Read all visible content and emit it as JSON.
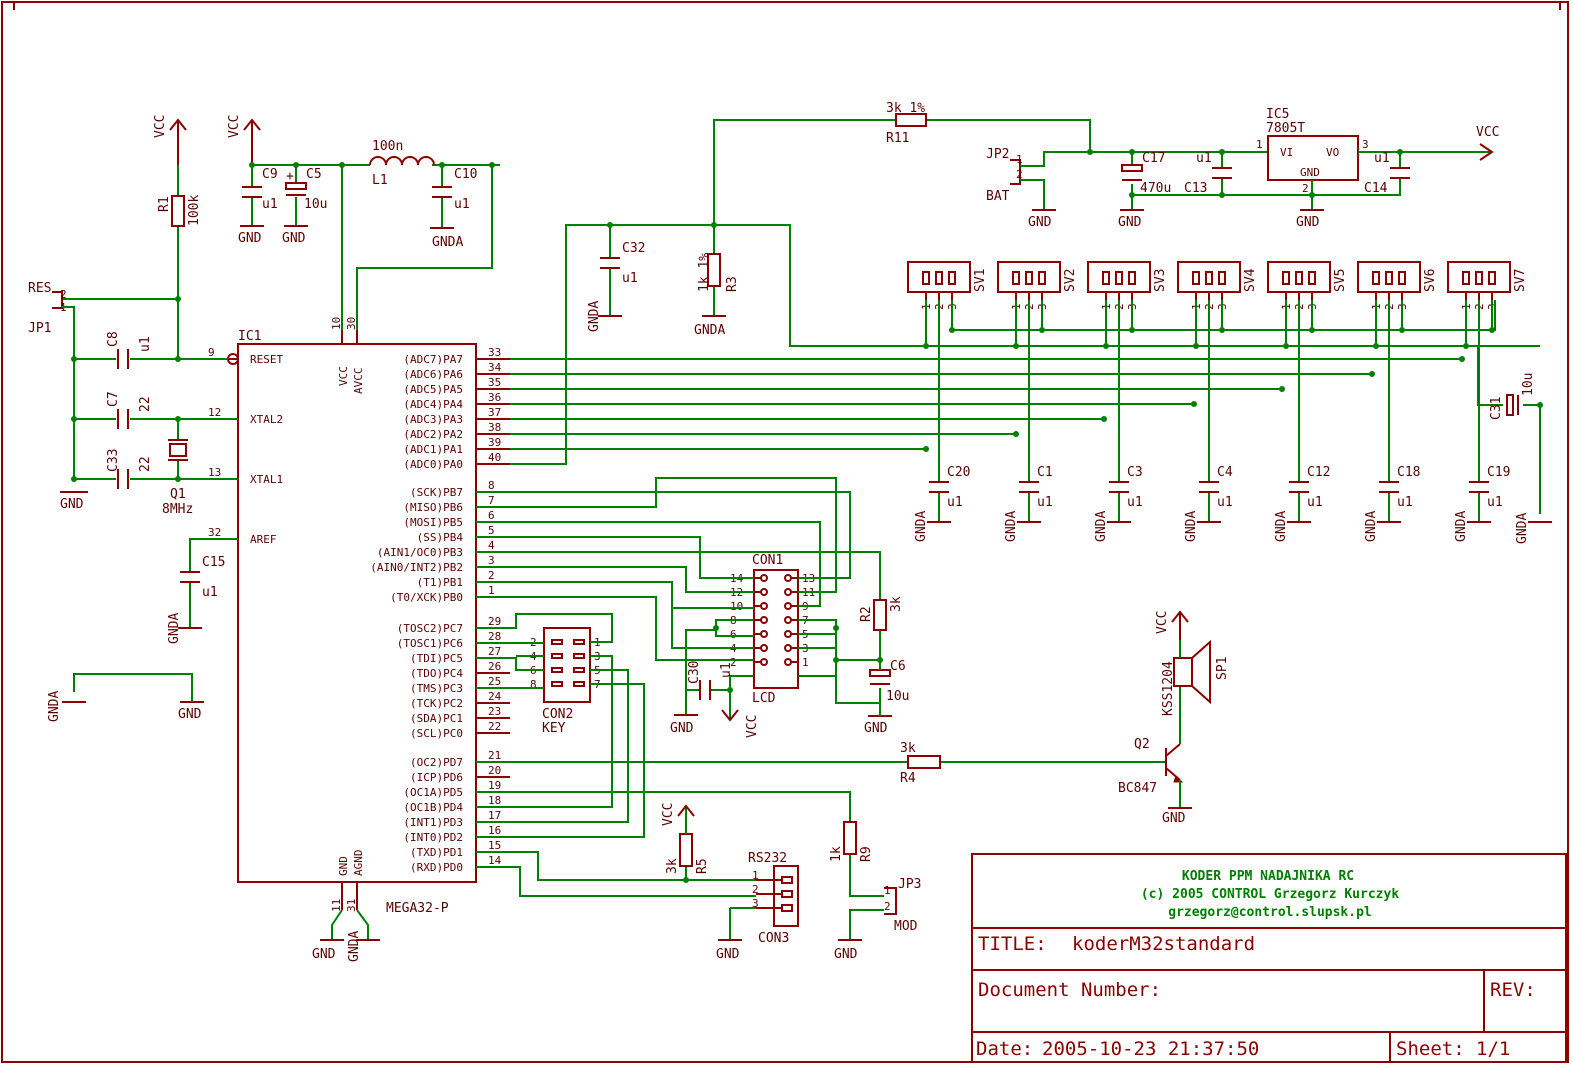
{
  "colors": {
    "wire": "#008000",
    "symbol": "#8b0000",
    "text": "#5a0000",
    "background": "#ffffff"
  },
  "title_block": {
    "header_line1": "KODER PPM NADAJNIKA RC",
    "header_line2": "(c) 2005 CONTROL Grzegorz Kurczyk",
    "header_line3": "grzegorz@control.slupsk.pl",
    "title_label": "TITLE:",
    "title_value": "koderM32standard",
    "docnum_label": "Document Number:",
    "rev_label": "REV:",
    "date_label": "Date:",
    "date_value": "2005-10-23 21:37:50",
    "sheet_label": "Sheet:",
    "sheet_value": "1/1"
  },
  "ic1": {
    "name": "IC1",
    "value": "MEGA32-P",
    "left_pins": [
      {
        "num": "9",
        "name": "RESET"
      },
      {
        "num": "12",
        "name": "XTAL2"
      },
      {
        "num": "13",
        "name": "XTAL1"
      },
      {
        "num": "32",
        "name": "AREF"
      }
    ],
    "top_pins": [
      {
        "num": "10",
        "name": "VCC"
      },
      {
        "num": "30",
        "name": "AVCC"
      }
    ],
    "bottom_pins": [
      {
        "num": "11",
        "name": "GND"
      },
      {
        "num": "31",
        "name": "AGND"
      }
    ],
    "right_pins": [
      {
        "num": "33",
        "name": "(ADC7)PA7"
      },
      {
        "num": "34",
        "name": "(ADC6)PA6"
      },
      {
        "num": "35",
        "name": "(ADC5)PA5"
      },
      {
        "num": "36",
        "name": "(ADC4)PA4"
      },
      {
        "num": "37",
        "name": "(ADC3)PA3"
      },
      {
        "num": "38",
        "name": "(ADC2)PA2"
      },
      {
        "num": "39",
        "name": "(ADC1)PA1"
      },
      {
        "num": "40",
        "name": "(ADC0)PA0"
      },
      {
        "num": "8",
        "name": "(SCK)PB7"
      },
      {
        "num": "7",
        "name": "(MISO)PB6"
      },
      {
        "num": "6",
        "name": "(MOSI)PB5"
      },
      {
        "num": "5",
        "name": "(SS)PB4"
      },
      {
        "num": "4",
        "name": "(AIN1/OC0)PB3"
      },
      {
        "num": "3",
        "name": "(AIN0/INT2)PB2"
      },
      {
        "num": "2",
        "name": "(T1)PB1"
      },
      {
        "num": "1",
        "name": "(T0/XCK)PB0"
      },
      {
        "num": "29",
        "name": "(TOSC2)PC7"
      },
      {
        "num": "28",
        "name": "(TOSC1)PC6"
      },
      {
        "num": "27",
        "name": "(TDI)PC5"
      },
      {
        "num": "26",
        "name": "(TDO)PC4"
      },
      {
        "num": "25",
        "name": "(TMS)PC3"
      },
      {
        "num": "24",
        "name": "(TCK)PC2"
      },
      {
        "num": "23",
        "name": "(SDA)PC1"
      },
      {
        "num": "22",
        "name": "(SCL)PC0"
      },
      {
        "num": "21",
        "name": "(OC2)PD7"
      },
      {
        "num": "20",
        "name": "(ICP)PD6"
      },
      {
        "num": "19",
        "name": "(OC1A)PD5"
      },
      {
        "num": "18",
        "name": "(OC1B)PD4"
      },
      {
        "num": "17",
        "name": "(INT1)PD3"
      },
      {
        "num": "16",
        "name": "(INT0)PD2"
      },
      {
        "num": "15",
        "name": "(TXD)PD1"
      },
      {
        "num": "14",
        "name": "(RXD)PD0"
      }
    ]
  },
  "nets": {
    "vcc": "VCC",
    "gnd": "GND",
    "gnda": "GNDA"
  },
  "parts": {
    "r1": {
      "name": "R1",
      "value": "100k"
    },
    "r11": {
      "name": "R11",
      "value": "3k 1%"
    },
    "r3": {
      "name": "R3",
      "value": "1k 1%"
    },
    "r2": {
      "name": "R2",
      "value": "3k"
    },
    "r4": {
      "name": "R4",
      "value": "3k"
    },
    "r5": {
      "name": "R5",
      "value": "3k"
    },
    "r9": {
      "name": "R9",
      "value": "1k"
    },
    "c9": {
      "name": "C9",
      "value": "u1"
    },
    "c5": {
      "name": "C5",
      "value": "10u"
    },
    "c10": {
      "name": "C10",
      "value": "u1"
    },
    "c8": {
      "name": "C8",
      "value": "u1"
    },
    "c7": {
      "name": "C7",
      "value": "22"
    },
    "c33": {
      "name": "C33",
      "value": "22"
    },
    "c15": {
      "name": "C15",
      "value": "u1"
    },
    "c32": {
      "name": "C32",
      "value": "u1"
    },
    "c17": {
      "name": "C17",
      "value": "470u"
    },
    "c13": {
      "name": "C13",
      "value": "u1"
    },
    "c14": {
      "name": "C14",
      "value": "u1"
    },
    "c31": {
      "name": "C31",
      "value": "10u"
    },
    "c6": {
      "name": "C6",
      "value": "10u"
    },
    "c30": {
      "name": "C30",
      "value": "u1"
    },
    "l1": {
      "name": "L1",
      "value": "100n"
    },
    "q1": {
      "name": "Q1",
      "value": "8MHz"
    },
    "q2": {
      "name": "Q2",
      "value": "BC847"
    },
    "sp1": {
      "name": "SP1",
      "value": "KSS1204"
    },
    "ic5": {
      "name": "IC5",
      "value": "7805T",
      "vi": "VI",
      "vo": "VO",
      "gnd": "GND",
      "pin1": "1",
      "pin2": "2",
      "pin3": "3"
    },
    "jp1": {
      "name": "JP1",
      "value": "RES",
      "pin1": "1",
      "pin2": "2"
    },
    "jp2": {
      "name": "JP2",
      "value": "BAT",
      "pin1": "1",
      "pin2": "2"
    },
    "jp3": {
      "name": "JP3",
      "value": "MOD",
      "pin1": "1",
      "pin2": "2"
    },
    "con1": {
      "name": "CON1",
      "value": "LCD",
      "left_pins": [
        "14",
        "12",
        "10",
        "8",
        "6",
        "4",
        "2"
      ],
      "right_pins": [
        "13",
        "11",
        "9",
        "7",
        "5",
        "3",
        "1"
      ]
    },
    "con2": {
      "name": "CON2",
      "value": "KEY",
      "left_pins": [
        "2",
        "4",
        "6",
        "8"
      ],
      "right_pins": [
        "1",
        "3",
        "5",
        "7"
      ]
    },
    "con3": {
      "name": "CON3",
      "value": "RS232",
      "pins": [
        "1",
        "2",
        "3"
      ]
    }
  },
  "sv_headers": [
    {
      "name": "SV1",
      "cap": "C20",
      "cap_value": "u1"
    },
    {
      "name": "SV2",
      "cap": "C1",
      "cap_value": "u1"
    },
    {
      "name": "SV3",
      "cap": "C3",
      "cap_value": "u1"
    },
    {
      "name": "SV4",
      "cap": "C4",
      "cap_value": "u1"
    },
    {
      "name": "SV5",
      "cap": "C12",
      "cap_value": "u1"
    },
    {
      "name": "SV6",
      "cap": "C18",
      "cap_value": "u1"
    },
    {
      "name": "SV7",
      "cap": "C19",
      "cap_value": "u1"
    }
  ],
  "sv_pin_labels": [
    "1",
    "2",
    "3"
  ]
}
